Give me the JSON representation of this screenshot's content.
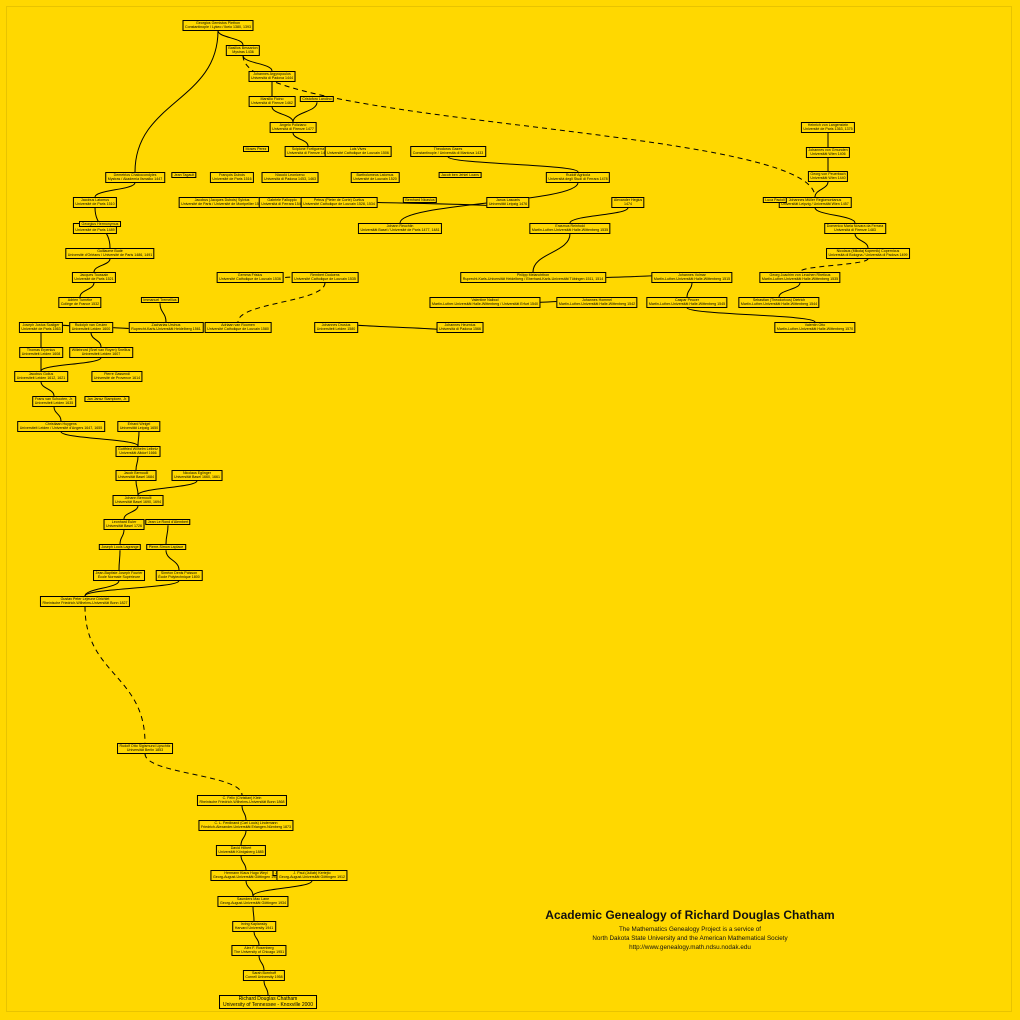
{
  "title": "Academic Genealogy of Richard Douglas Chatham",
  "subtitle_lines": [
    "The Mathematics Genealogy Project is a service of",
    "North Dakota State University and the American Mathematical Society",
    "http://www.genealogy.math.ndsu.nodak.edu"
  ],
  "nodes": [
    {
      "id": "gemistos",
      "name": "Georgios Gemistos Plethon",
      "info": "Constantinople / Lykeo / Ikeio 1380, 1393"
    },
    {
      "id": "bessarion",
      "name": "Basilios Bessarion",
      "info": "Mystras 1436"
    },
    {
      "id": "argyropoulos",
      "name": "Johannes Argyropoulos",
      "info": "Università di Padova 1444"
    },
    {
      "id": "ficino",
      "name": "Marsilio Ficino",
      "info": "Università di Firenze 1462"
    },
    {
      "id": "landino",
      "name": "Cristoforo Landino",
      "info": ""
    },
    {
      "id": "poliziano",
      "name": "Angelo Poliziano",
      "info": "Università di Firenze 1477"
    },
    {
      "id": "langenstein",
      "name": "Heinrich von Langenstein",
      "info": "Université de Paris 1363, 1375"
    },
    {
      "id": "gmunden",
      "name": "Johannes von Gmunden",
      "info": "Universität Wien 1406"
    },
    {
      "id": "peuerbach",
      "name": "Georg von Peuerbach",
      "info": "Universität Wien 1440"
    },
    {
      "id": "pienzi",
      "name": "Moses Perez",
      "info": ""
    },
    {
      "id": "fortiguerra",
      "name": "Scipione Fortiguerra",
      "info": "Università di Firenze 1493"
    },
    {
      "id": "lucyvers",
      "name": "Luis Vives",
      "info": "Université Catholique de Louvain 1506"
    },
    {
      "id": "gaza",
      "name": "Theodoros Gazes",
      "info": "Constantinople / Università di Mantova 1433"
    },
    {
      "id": "chalcondyles",
      "name": "Demetrios Chalcocondyles",
      "info": "Mystras / Akademia Ilsmaiko 1447"
    },
    {
      "id": "tagault",
      "name": "Jean Tagault",
      "info": ""
    },
    {
      "id": "dubois",
      "name": "François Dubois",
      "info": "Université de Paris 1516"
    },
    {
      "id": "leoniceno",
      "name": "Niccolò Leoniceno",
      "info": "Università di Padova 1453, 1463"
    },
    {
      "id": "latomus",
      "name": "Bartholomeus Latomus",
      "info": "Université de Louvain 1520"
    },
    {
      "id": "agricola",
      "name": "Rudolf Agricola",
      "info": "Università degli Studi di Ferrara 1478"
    },
    {
      "id": "lasala",
      "name": "Jacob ben Jehiel Loans",
      "info": ""
    },
    {
      "id": "lascaris",
      "name": "Janus Lascaris",
      "info": "Universität Leipzig 1476"
    },
    {
      "id": "hegius",
      "name": "Alexander Hegius",
      "info": "1474"
    },
    {
      "id": "regiomontanus",
      "name": "Johannes Müller Regiomontanus",
      "info": "Universität Leipzig / Universität Wien 1457"
    },
    {
      "id": "pistoris",
      "name": "Luca Pacioli",
      "info": ""
    },
    {
      "id": "novara",
      "name": "Domenico Maria Novara da Ferrara",
      "info": "Università di Firenze 1483"
    },
    {
      "id": "lascaris2",
      "name": "Jacobus Latomus",
      "info": "Université de Paris 1510"
    },
    {
      "id": "sylvius",
      "name": "Jacobus (Jacques Dubois) Sylvius",
      "info": "Université de Paris / Université de Montpellier 1530"
    },
    {
      "id": "vesalius",
      "name": "Gabriele Falloppio",
      "info": "Università di Ferrara 1548"
    },
    {
      "id": "mercator",
      "name": "Petrus (Pieter de Corte) Curtius",
      "info": "Université Catholique de Louvain 1528, 1534"
    },
    {
      "id": "mathesius",
      "name": "Bernhard Nicasius",
      "info": ""
    },
    {
      "id": "reuchlin",
      "name": "Johann Reuchlin",
      "info": "Universität Basel / Université de Paris 1477, 1481"
    },
    {
      "id": "stifel",
      "name": "Erasmus Reinhold",
      "info": "Martin-Luther-Universität Halle-Wittenberg 1535"
    },
    {
      "id": "melanch",
      "name": "Philipp Melanchthon",
      "info": "Ruprecht-Karls-Universität Heidelberg / Eberhard-Karls-Universität Tübingen 1511, 1514"
    },
    {
      "id": "volmar",
      "name": "Johannes Volmar",
      "info": "Martin-Luther-Universität Halle-Wittenberg 1515"
    },
    {
      "id": "copernicus",
      "name": "Nicolaus (Mikołaj Kopernik) Copernicus",
      "info": "Università di Bologna / Università di Padova 1499"
    },
    {
      "id": "rheticus",
      "name": "Georg Joachim von Leuchen Rheticus",
      "info": "Martin-Luther-Universität Halle-Wittenberg 1535"
    },
    {
      "id": "hegius2",
      "name": "Jacobus Latomus",
      "info": "Université de Paris 1489"
    },
    {
      "id": "hermonymus",
      "name": "Georgius Hermonymus",
      "info": ""
    },
    {
      "id": "buddeus",
      "name": "Guillaume Budé",
      "info": "Université d'Orléans / Université de Paris 1486, 1491"
    },
    {
      "id": "toussain",
      "name": "Jacques Toussain",
      "info": "Université de Paris 1521"
    },
    {
      "id": "turnebus",
      "name": "Adrien Turnèbe",
      "info": "Collège de France 1532"
    },
    {
      "id": "tremellius",
      "name": "Immanuel Tremellius",
      "info": ""
    },
    {
      "id": "ursinus",
      "name": "Zacharias Ursinus",
      "info": "Ruprecht-Karls-Universität Heidelberg 1561"
    },
    {
      "id": "vanroomen",
      "name": "Adriaan van Roomen",
      "info": "Université Catholique de Louvain 1580"
    },
    {
      "id": "scaliger",
      "name": "Joseph Justus Scaliger",
      "info": "Université de Paris 1563"
    },
    {
      "id": "snellius",
      "name": "Rudolph van Ceulen",
      "info": "Universiteit Leiden 1600"
    },
    {
      "id": "drusius",
      "name": "Johannes Drusius",
      "info": "Universiteit Leiden 1580"
    },
    {
      "id": "heurnius",
      "name": "Johannes Heurnius",
      "info": "Università di Padova 1566"
    },
    {
      "id": "gemma",
      "name": "Gemma Frisius",
      "info": "Université Catholique de Louvain 1536"
    },
    {
      "id": "mercator2",
      "name": "Rembert Dodoens",
      "info": "Université Catholique de Louvain 1535"
    },
    {
      "id": "copernicus2",
      "name": "Valentine Naibod",
      "info": "Martin-Luther-Universität Halle-Wittenberg / Universität Erfurt 1540"
    },
    {
      "id": "hommel",
      "name": "Johannes Hommel",
      "info": "Martin-Luther-Universität Halle-Wittenberg 1542"
    },
    {
      "id": "peucer",
      "name": "Caspar Peucer",
      "info": "Martin-Luther-Universität Halle-Wittenberg 1545"
    },
    {
      "id": "praetorius",
      "name": "Sebastian (Theodoricus) Dietrich",
      "info": "Martin-Luther-Universität Halle-Wittenberg 1544"
    },
    {
      "id": "leuchen",
      "name": "Valentin Otto",
      "info": "Martin-Luther-Universität Halle-Wittenberg 1570"
    },
    {
      "id": "cheuni",
      "name": "Thomas Erpenius",
      "info": "Universiteit Leiden 1608"
    },
    {
      "id": "walaeus",
      "name": "Willebrord (Snel van Royen) Snellius",
      "info": "Universiteit Leiden 1607"
    },
    {
      "id": "golius",
      "name": "Jacobus Golius",
      "info": "Universiteit Leiden 1612, 1621"
    },
    {
      "id": "gassendi",
      "name": "Pierre Gassendi",
      "info": "Université de Provence 1614"
    },
    {
      "id": "schooten",
      "name": "Frans van Schooten, Jr.",
      "info": "Universiteit Leiden 1635"
    },
    {
      "id": "schotten2",
      "name": "Jan Jansz Stampioen, Jr.",
      "info": ""
    },
    {
      "id": "huygens",
      "name": "Christiaan Huygens",
      "info": "Universiteit Leiden / Université d'Angers 1647, 1655"
    },
    {
      "id": "wenzel",
      "name": "Erhard Weigel",
      "info": "Universität Leipzig 1650"
    },
    {
      "id": "leibniz",
      "name": "Gottfried Wilhelm Leibniz",
      "info": "Universität Altdorf 1666"
    },
    {
      "id": "jbernoulli",
      "name": "Jacob Bernoulli",
      "info": "Universität Basel 1684"
    },
    {
      "id": "nbern",
      "name": "Nicolaus Eglinger",
      "info": "Universität Basel 1660, 1661"
    },
    {
      "id": "johbern",
      "name": "Johann Bernoulli",
      "info": "Universität Basel 1690, 1694"
    },
    {
      "id": "euler",
      "name": "Leonhard Euler",
      "info": "Universität Basel 1726"
    },
    {
      "id": "dalembert",
      "name": "Jean Le Rond d'Alembert",
      "info": ""
    },
    {
      "id": "lagrange",
      "name": "Joseph Louis Lagrange",
      "info": ""
    },
    {
      "id": "laplace",
      "name": "Pierre-Simon Laplace",
      "info": ""
    },
    {
      "id": "fourier",
      "name": "Jean-Baptiste Joseph Fourier",
      "info": "École Normale Supérieure"
    },
    {
      "id": "poisson",
      "name": "Siméon Denis Poisson",
      "info": "École Polytechnique 1800"
    },
    {
      "id": "dirichlet",
      "name": "Gustav Peter Lejeune Dirichlet",
      "info": "Rheinische Friedrich-Wilhelms-Universität Bonn 1827"
    },
    {
      "id": "lipschitz",
      "name": "Rudolf Otto Sigismund Lipschitz",
      "info": "Universität Berlin 1853"
    },
    {
      "id": "klein",
      "name": "C. Felix (Christian) Klein",
      "info": "Rheinische Friedrich-Wilhelms-Universität Bonn 1868"
    },
    {
      "id": "lindemann",
      "name": "C. L. Ferdinand (Carl Louis) Lindemann",
      "info": "Friedrich-Alexander-Universität Erlangen-Nürnberg 1873"
    },
    {
      "id": "hilbert",
      "name": "David Hilbert",
      "info": "Universität Königsberg 1885"
    },
    {
      "id": "weyl",
      "name": "Hermann Klaus Hugo Weyl",
      "info": "Georg-August-Universität Göttingen 1908"
    },
    {
      "id": "kerekjarto",
      "name": "Jacob Pieter Pauw",
      "info": ""
    },
    {
      "id": "kuratowski",
      "name": "J. Paul (Juliab) Kertejto",
      "info": "Georg-August-Universität Göttingen 1912"
    },
    {
      "id": "maclane",
      "name": "Saunders Mac Lane",
      "info": "Georg-August-Universität Göttingen 1934"
    },
    {
      "id": "kaplansky",
      "name": "Irving Kaplansky",
      "info": "Harvard University 1941"
    },
    {
      "id": "rosenberg",
      "name": "Alex F. Rosenberg",
      "info": "The University of Chicago 1951"
    },
    {
      "id": "kaplan",
      "name": "Sarah Bornhoff",
      "info": "Cornell University 1958"
    },
    {
      "id": "chatham",
      "name": "Richard Douglas Chatham",
      "info": "University of Tennessee - Knoxville 2000"
    }
  ]
}
